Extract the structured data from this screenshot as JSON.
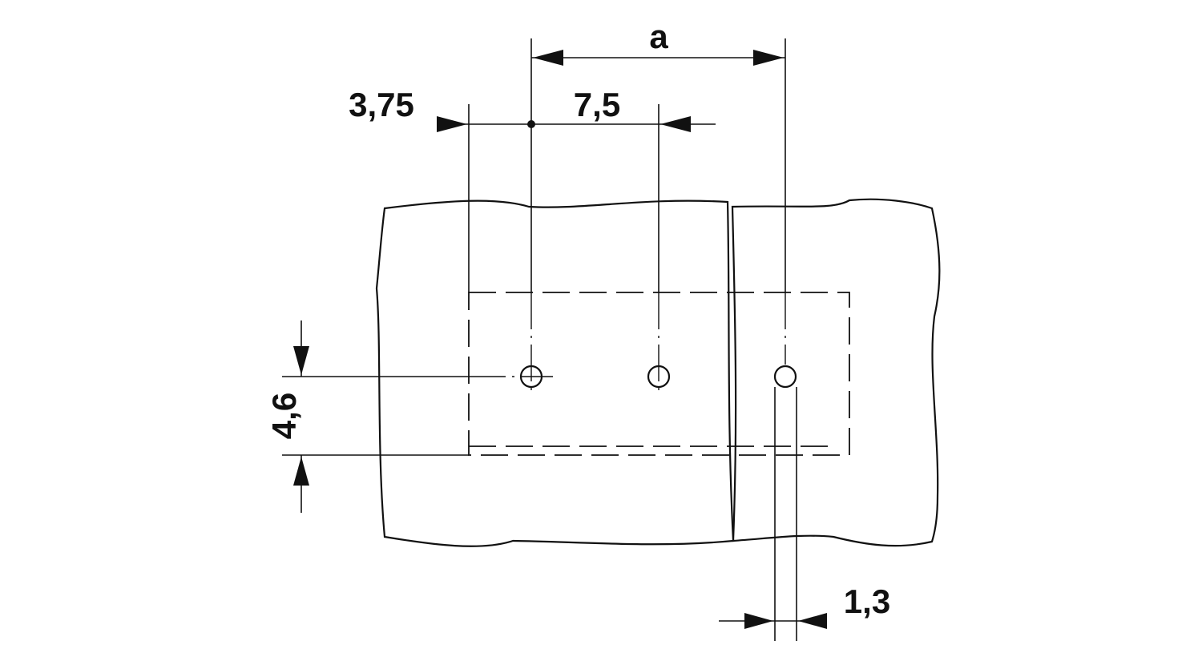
{
  "dimensions": {
    "a": "a",
    "offset": "3,75",
    "pitch": "7,5",
    "height": "4,6",
    "width": "1,3"
  },
  "colors": {
    "line": "#111111",
    "background": "#ffffff"
  }
}
